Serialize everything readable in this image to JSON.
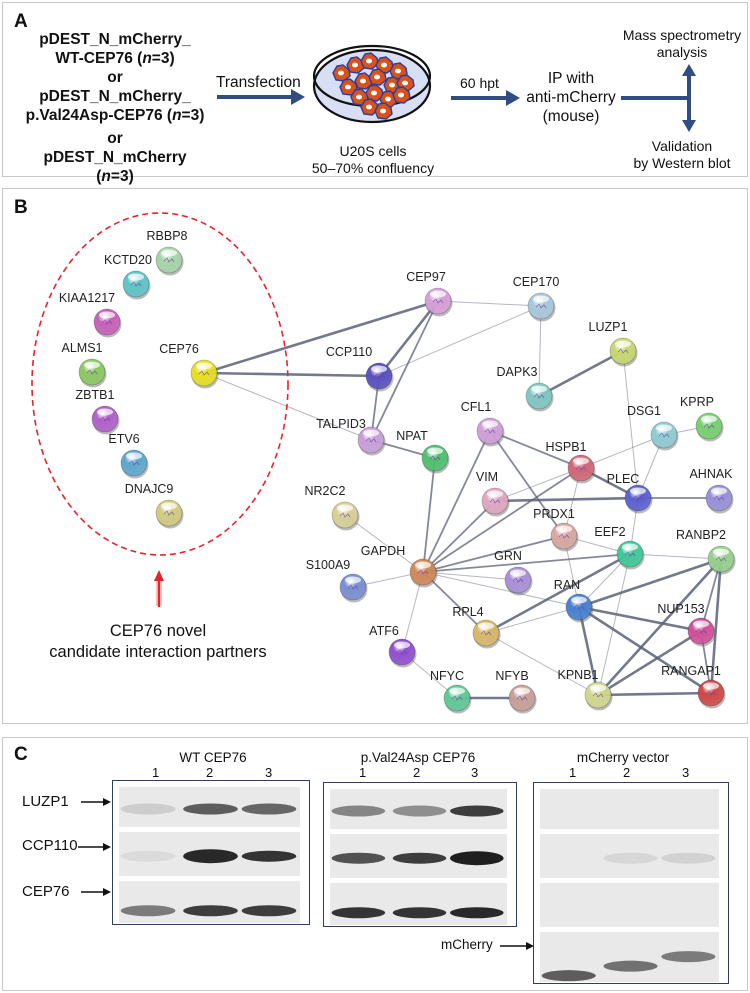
{
  "panel_a": {
    "letter": "A",
    "constructs": {
      "line1": "pDEST_N_mCherry_",
      "line2_prefix": "WT-CEP76 (",
      "line2_n": "n",
      "line2_suffix": "=3)",
      "or1": "or",
      "line3": "pDEST_N_mCherry_",
      "line4_prefix": "p.Val24Asp-CEP76 (",
      "line4_n": "n",
      "line4_suffix": "=3)",
      "or2": "or",
      "line5_prefix": "pDEST_N_mCherry (",
      "line5_n": "n",
      "line5_suffix": "=3)"
    },
    "step_transfection": "Transfection",
    "cells_line1": "U20S cells",
    "cells_line2": "50–70% confluency",
    "step_time": "60 hpt",
    "ip_line1": "IP with",
    "ip_line2": "anti-mCherry",
    "ip_line3": "(mouse)",
    "out_top_line1": "Mass spectrometry",
    "out_top_line2": "analysis",
    "out_bottom_line1": "Validation",
    "out_bottom_line2": "by Western blot",
    "colors": {
      "arrow": "#2f4d80",
      "dish_fill": "#d8def5",
      "cell": "#d9521a",
      "cell_outline": "#2a3fa0"
    }
  },
  "panel_b": {
    "letter": "B",
    "annotation_line1": "CEP76 novel",
    "annotation_line2": "candidate interaction partners",
    "colors": {
      "ellipse": "#e8232a",
      "arrow": "#e8232a",
      "edge": "#5a6278"
    },
    "nodes": [
      {
        "id": "RBBP8",
        "color": "#a8d4a8"
      },
      {
        "id": "KCTD20",
        "color": "#5fc4c8"
      },
      {
        "id": "KIAA1217",
        "color": "#c860b8"
      },
      {
        "id": "ALMS1",
        "color": "#8cc860"
      },
      {
        "id": "CEP76",
        "color": "#e8e020"
      },
      {
        "id": "ZBTB1",
        "color": "#b060c8"
      },
      {
        "id": "ETV6",
        "color": "#5ea8d0"
      },
      {
        "id": "DNAJC9",
        "color": "#d0cc80"
      },
      {
        "id": "CEP97",
        "color": "#d8a0d8"
      },
      {
        "id": "CEP170",
        "color": "#a8c8dc"
      },
      {
        "id": "CCP110",
        "color": "#5850c0"
      },
      {
        "id": "LUZP1",
        "color": "#c8d870"
      },
      {
        "id": "DAPK3",
        "color": "#80c8c0"
      },
      {
        "id": "TALPID3",
        "color": "#c8a0d8"
      },
      {
        "id": "NPAT",
        "color": "#50c070"
      },
      {
        "id": "CFL1",
        "color": "#d0a0d8"
      },
      {
        "id": "KPRP",
        "color": "#78d070"
      },
      {
        "id": "DSG1",
        "color": "#90ccd4"
      },
      {
        "id": "HSPB1",
        "color": "#d06878"
      },
      {
        "id": "PLEC",
        "color": "#5a60d0"
      },
      {
        "id": "AHNAK",
        "color": "#9890d8"
      },
      {
        "id": "VIM",
        "color": "#e0a8c0"
      },
      {
        "id": "NR2C2",
        "color": "#d8d098"
      },
      {
        "id": "PRDX1",
        "color": "#d8a8a0"
      },
      {
        "id": "EEF2",
        "color": "#40c898"
      },
      {
        "id": "RANBP2",
        "color": "#98d090"
      },
      {
        "id": "GAPDH",
        "color": "#d08858"
      },
      {
        "id": "S100A9",
        "color": "#7890d0"
      },
      {
        "id": "GRN",
        "color": "#a890d8"
      },
      {
        "id": "RAN",
        "color": "#4880d0"
      },
      {
        "id": "NUP153",
        "color": "#d05098"
      },
      {
        "id": "RPL4",
        "color": "#d8b868"
      },
      {
        "id": "ATF6",
        "color": "#9050d0"
      },
      {
        "id": "RANGAP1",
        "color": "#d04848"
      },
      {
        "id": "NFYC",
        "color": "#60c898"
      },
      {
        "id": "NFYB",
        "color": "#c8a098"
      },
      {
        "id": "KPNB1",
        "color": "#d0d890"
      }
    ],
    "edges": [
      {
        "from": "CEP76",
        "to": "CEP97",
        "strength": "strong"
      },
      {
        "from": "CEP76",
        "to": "CCP110",
        "strength": "strong"
      },
      {
        "from": "CEP76",
        "to": "TALPID3",
        "strength": "weak"
      },
      {
        "from": "CEP97",
        "to": "CEP170",
        "strength": "weak"
      },
      {
        "from": "CEP97",
        "to": "CCP110",
        "strength": "strong"
      },
      {
        "from": "CEP97",
        "to": "TALPID3",
        "strength": "medium"
      },
      {
        "from": "CEP170",
        "to": "CCP110",
        "strength": "weak"
      },
      {
        "from": "CEP170",
        "to": "DAPK3",
        "strength": "weak"
      },
      {
        "from": "CCP110",
        "to": "TALPID3",
        "strength": "medium"
      },
      {
        "from": "TALPID3",
        "to": "NPAT",
        "strength": "medium"
      },
      {
        "from": "LUZP1",
        "to": "DAPK3",
        "strength": "strong"
      },
      {
        "from": "LUZP1",
        "to": "PLEC",
        "strength": "weak"
      },
      {
        "from": "KPRP",
        "to": "DSG1",
        "strength": "weak"
      },
      {
        "from": "DSG1",
        "to": "HSPB1",
        "strength": "weak"
      },
      {
        "from": "DSG1",
        "to": "PLEC",
        "strength": "weak"
      },
      {
        "from": "CFL1",
        "to": "HSPB1",
        "strength": "medium"
      },
      {
        "from": "CFL1",
        "to": "GAPDH",
        "strength": "medium"
      },
      {
        "from": "CFL1",
        "to": "PRDX1",
        "strength": "medium"
      },
      {
        "from": "HSPB1",
        "to": "PLEC",
        "strength": "strong"
      },
      {
        "from": "HSPB1",
        "to": "VIM",
        "strength": "weak"
      },
      {
        "from": "HSPB1",
        "to": "GAPDH",
        "strength": "medium"
      },
      {
        "from": "HSPB1",
        "to": "PRDX1",
        "strength": "weak"
      },
      {
        "from": "PLEC",
        "to": "AHNAK",
        "strength": "medium"
      },
      {
        "from": "PLEC",
        "to": "VIM",
        "strength": "strong"
      },
      {
        "from": "PLEC",
        "to": "EEF2",
        "strength": "weak"
      },
      {
        "from": "NPAT",
        "to": "GAPDH",
        "strength": "medium"
      },
      {
        "from": "VIM",
        "to": "GAPDH",
        "strength": "medium"
      },
      {
        "from": "NR2C2",
        "to": "GAPDH",
        "strength": "weak"
      },
      {
        "from": "PRDX1",
        "to": "GAPDH",
        "strength": "medium"
      },
      {
        "from": "PRDX1",
        "to": "EEF2",
        "strength": "weak"
      },
      {
        "from": "PRDX1",
        "to": "RAN",
        "strength": "weak"
      },
      {
        "from": "EEF2",
        "to": "GAPDH",
        "strength": "medium"
      },
      {
        "from": "EEF2",
        "to": "RANBP2",
        "strength": "weak"
      },
      {
        "from": "EEF2",
        "to": "RAN",
        "strength": "weak"
      },
      {
        "from": "EEF2",
        "to": "RPL4",
        "strength": "strong"
      },
      {
        "from": "EEF2",
        "to": "KPNB1",
        "strength": "weak"
      },
      {
        "from": "GAPDH",
        "to": "S100A9",
        "strength": "weak"
      },
      {
        "from": "GAPDH",
        "to": "GRN",
        "strength": "weak"
      },
      {
        "from": "GAPDH",
        "to": "RAN",
        "strength": "weak"
      },
      {
        "from": "GAPDH",
        "to": "RPL4",
        "strength": "medium"
      },
      {
        "from": "GAPDH",
        "to": "ATF6",
        "strength": "weak"
      },
      {
        "from": "RAN",
        "to": "RANBP2",
        "strength": "strong"
      },
      {
        "from": "RAN",
        "to": "NUP153",
        "strength": "strong"
      },
      {
        "from": "RAN",
        "to": "RANGAP1",
        "strength": "strong"
      },
      {
        "from": "RAN",
        "to": "KPNB1",
        "strength": "strong"
      },
      {
        "from": "RAN",
        "to": "RPL4",
        "strength": "weak"
      },
      {
        "from": "RANBP2",
        "to": "NUP153",
        "strength": "medium"
      },
      {
        "from": "RANBP2",
        "to": "RANGAP1",
        "strength": "strong"
      },
      {
        "from": "RANBP2",
        "to": "KPNB1",
        "strength": "strong"
      },
      {
        "from": "NUP153",
        "to": "RANGAP1",
        "strength": "medium"
      },
      {
        "from": "NUP153",
        "to": "KPNB1",
        "strength": "strong"
      },
      {
        "from": "RANGAP1",
        "to": "KPNB1",
        "strength": "strong"
      },
      {
        "from": "RPL4",
        "to": "KPNB1",
        "strength": "weak"
      },
      {
        "from": "ATF6",
        "to": "NFYC",
        "strength": "weak"
      },
      {
        "from": "NFYC",
        "to": "NFYB",
        "strength": "strong"
      }
    ]
  },
  "panel_c": {
    "letter": "C",
    "row_labels": [
      "LUZP1",
      "CCP110",
      "CEP76"
    ],
    "mcherry_label": "mCherry",
    "blots": [
      {
        "title": "WT CEP76",
        "lanes": [
          "1",
          "2",
          "3"
        ],
        "band_intensity": {
          "LUZP1": [
            0.15,
            0.7,
            0.65
          ],
          "CCP110": [
            0.08,
            0.95,
            0.9
          ],
          "CEP76": [
            0.55,
            0.85,
            0.85
          ]
        }
      },
      {
        "title": "p.Val24Asp CEP76",
        "lanes": [
          "1",
          "2",
          "3"
        ],
        "band_intensity": {
          "LUZP1": [
            0.5,
            0.45,
            0.85
          ],
          "CCP110": [
            0.75,
            0.85,
            1.0
          ],
          "CEP76": [
            0.9,
            0.9,
            0.95
          ]
        }
      },
      {
        "title": "mCherry vector",
        "lanes": [
          "1",
          "2",
          "3"
        ],
        "band_intensity": {
          "LUZP1": [
            0,
            0,
            0
          ],
          "CCP110": [
            0,
            0.1,
            0.12
          ],
          "CEP76": [
            0,
            0,
            0
          ],
          "mCherry": [
            0.7,
            0.6,
            0.55
          ]
        }
      }
    ]
  }
}
